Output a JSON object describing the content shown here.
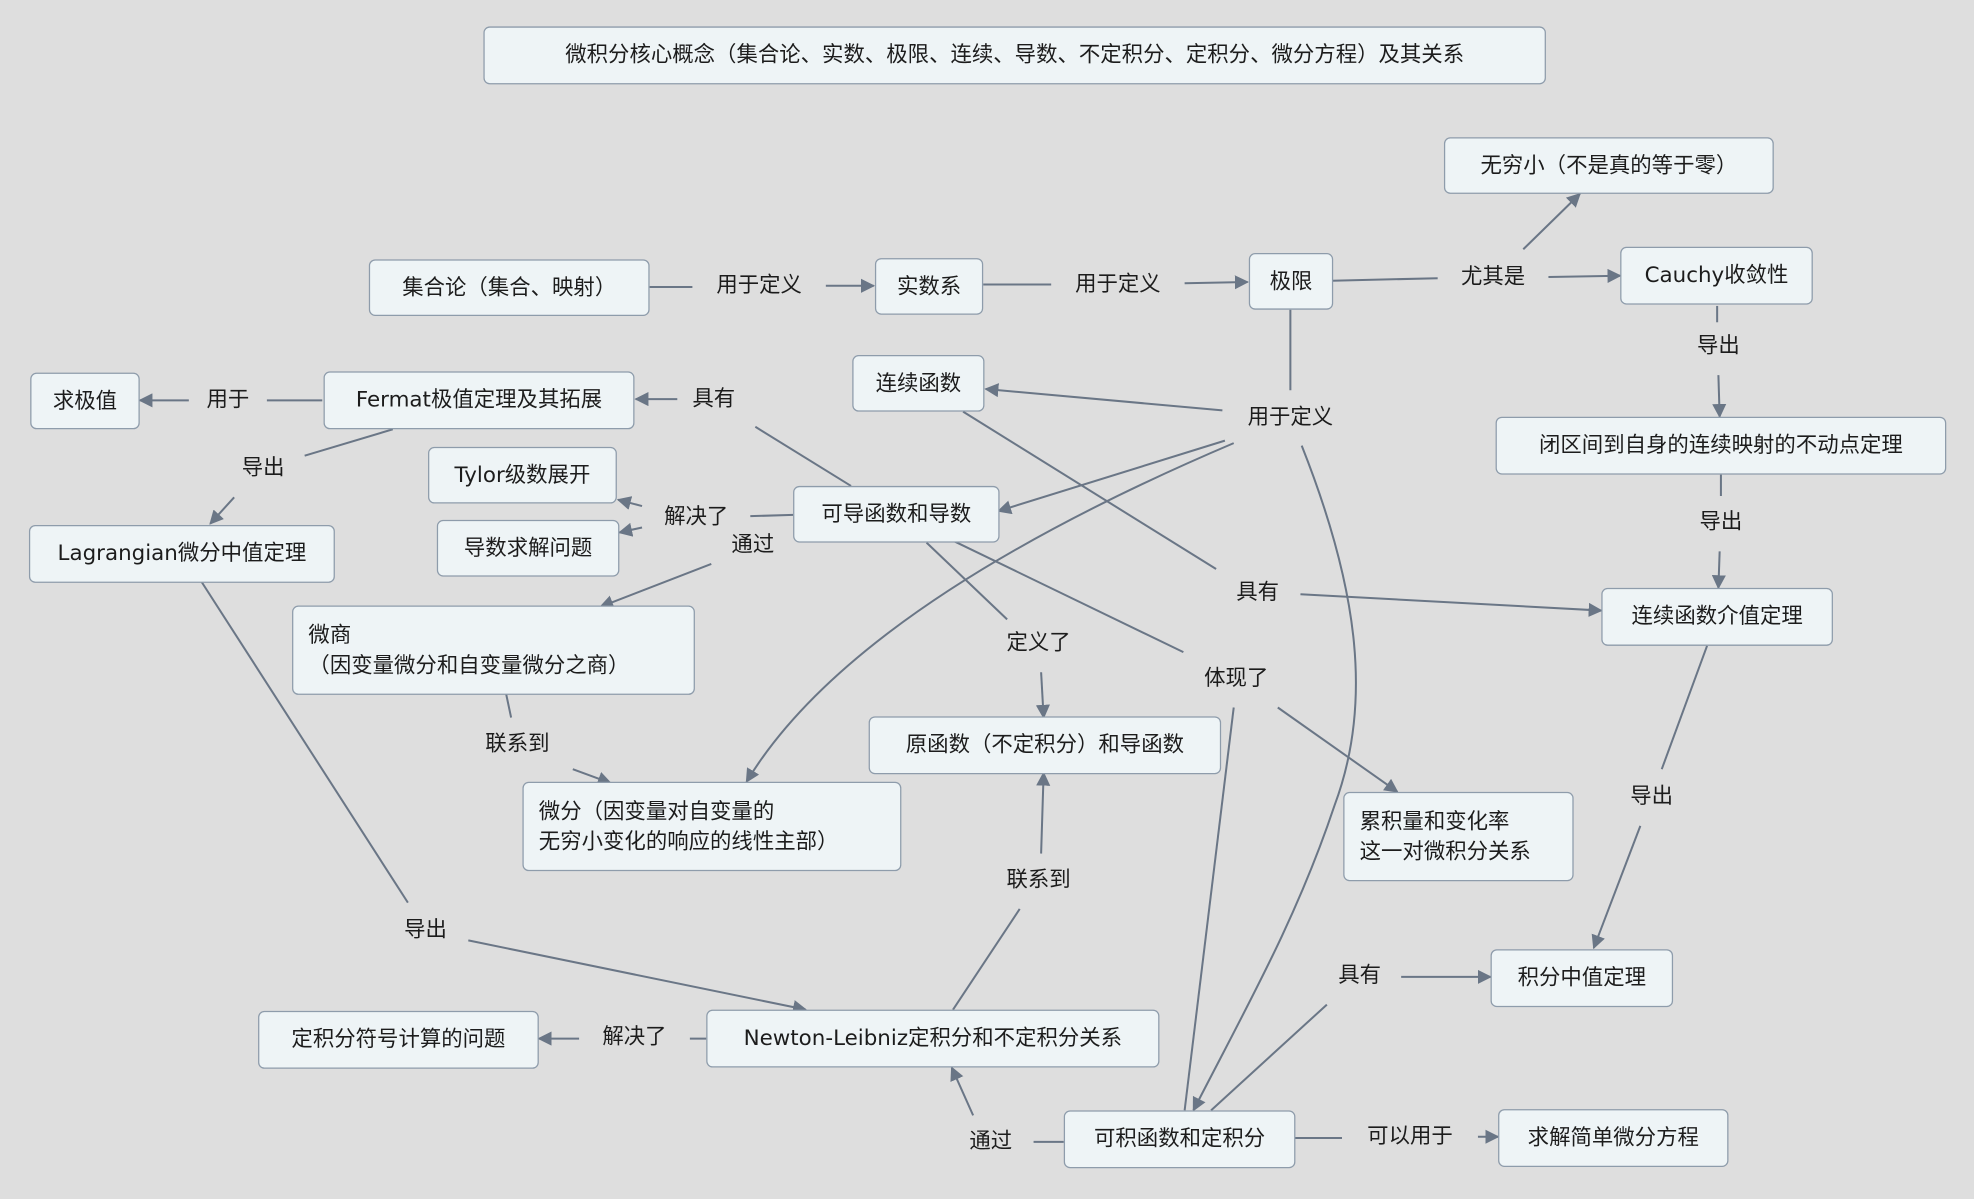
{
  "title": "微积分核心概念（集合论、实数、极限、连续、导数、不定积分、定积分、微分方程）及其关系",
  "nodes": {
    "infinitesimal": "无穷小（不是真的等于零）",
    "set_theory": "集合论（集合、映射）",
    "real_numbers": "实数系",
    "limit": "极限",
    "cauchy": "Cauchy收敛性",
    "extremum": "求极值",
    "fermat": "Fermat极值定理及其拓展",
    "continuous_func": "连续函数",
    "fixed_point": "闭区间到自身的连续映射的不动点定理",
    "taylor": "Tylor级数展开",
    "derivative_problem": "导数求解问题",
    "differentiable": "可导函数和导数",
    "lagrange": "Lagrangian微分中值定理",
    "quotient": "微商\n（因变量微分和自变量微分之商）",
    "ivt": "连续函数介值定理",
    "antiderivative": "原函数（不定积分）和导函数",
    "differential": "微分（因变量对自变量的\n无穷小变化的响应的线性主部）",
    "accumulation": "累积量和变化率\n这一对微积分关系",
    "mvt_integral": "积分中值定理",
    "definite_problem": "定积分符号计算的问题",
    "newton_leibniz": "Newton-Leibniz定积分和不定积分关系",
    "integrable": "可积函数和定积分",
    "ode": "求解简单微分方程"
  },
  "labels": {
    "l_set": "用于定义",
    "l_real": "用于定义",
    "l_especially": "尤其是",
    "l_cauchy_out": "导出",
    "l_limit_def": "用于定义",
    "l_fermat_use": "用于",
    "l_fermat_has": "具有",
    "l_fermat_out": "导出",
    "l_solved": "解决了",
    "l_via": "通过",
    "l_fixed_out": "导出",
    "l_cont_has": "具有",
    "l_defines": "定义了",
    "l_embodies": "体现了",
    "l_link1": "联系到",
    "l_ivt_out": "导出",
    "l_link2": "联系到",
    "l_lagrange_out": "导出",
    "l_int_has": "具有",
    "l_solved2": "解决了",
    "l_via2": "通过",
    "l_can_use": "可以用于"
  },
  "colors": {
    "background": "#dedede",
    "node_fill": "#eef4f6",
    "node_border": "#8e9cab",
    "edge": "#6a7686"
  }
}
